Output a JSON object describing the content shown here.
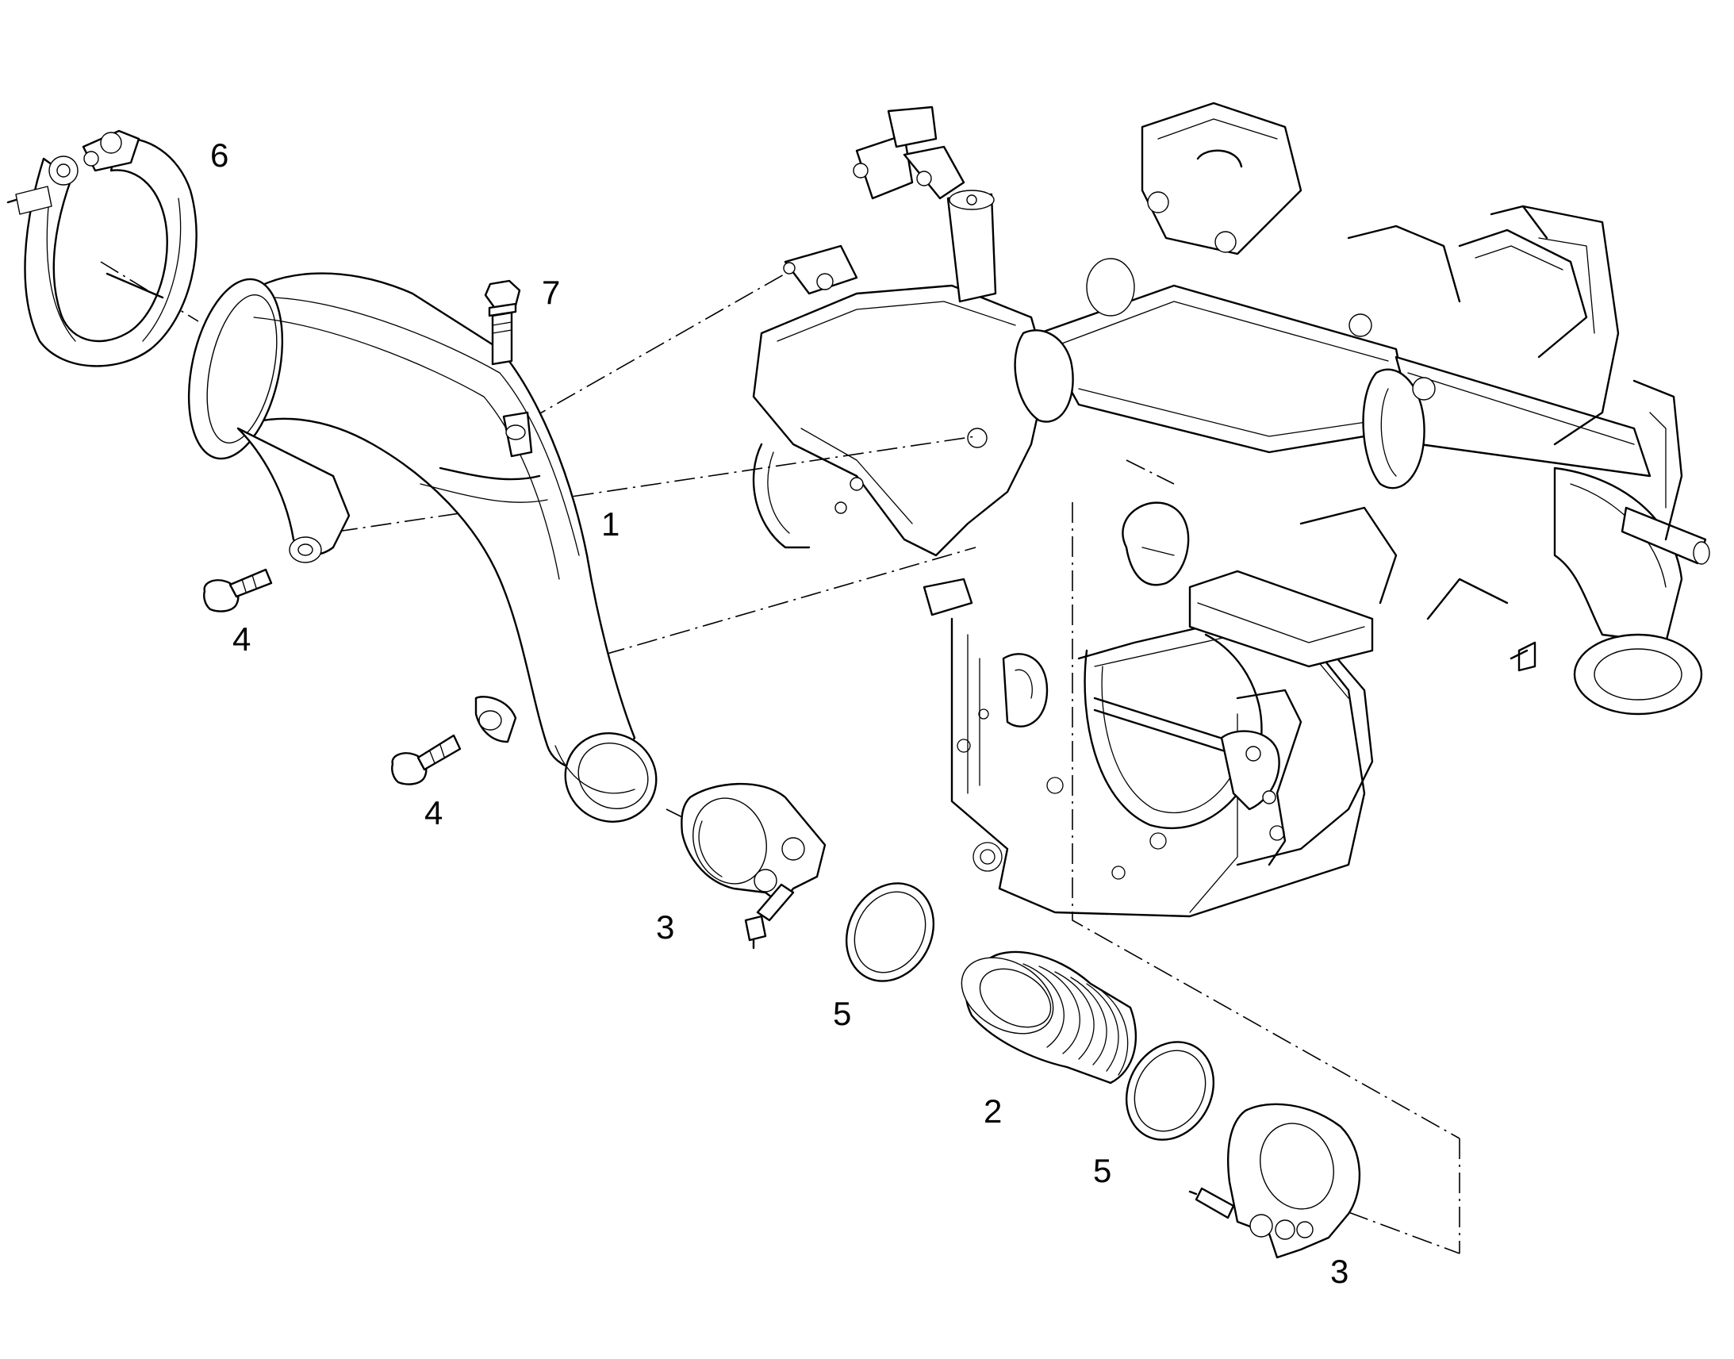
{
  "callouts": {
    "c1": "1",
    "c2": "2",
    "c3a": "3",
    "c3b": "3",
    "c4a": "4",
    "c4b": "4",
    "c5a": "5",
    "c5b": "5",
    "c6": "6",
    "c7": "7"
  },
  "colors": {
    "line": "#000000",
    "background": "#ffffff"
  }
}
